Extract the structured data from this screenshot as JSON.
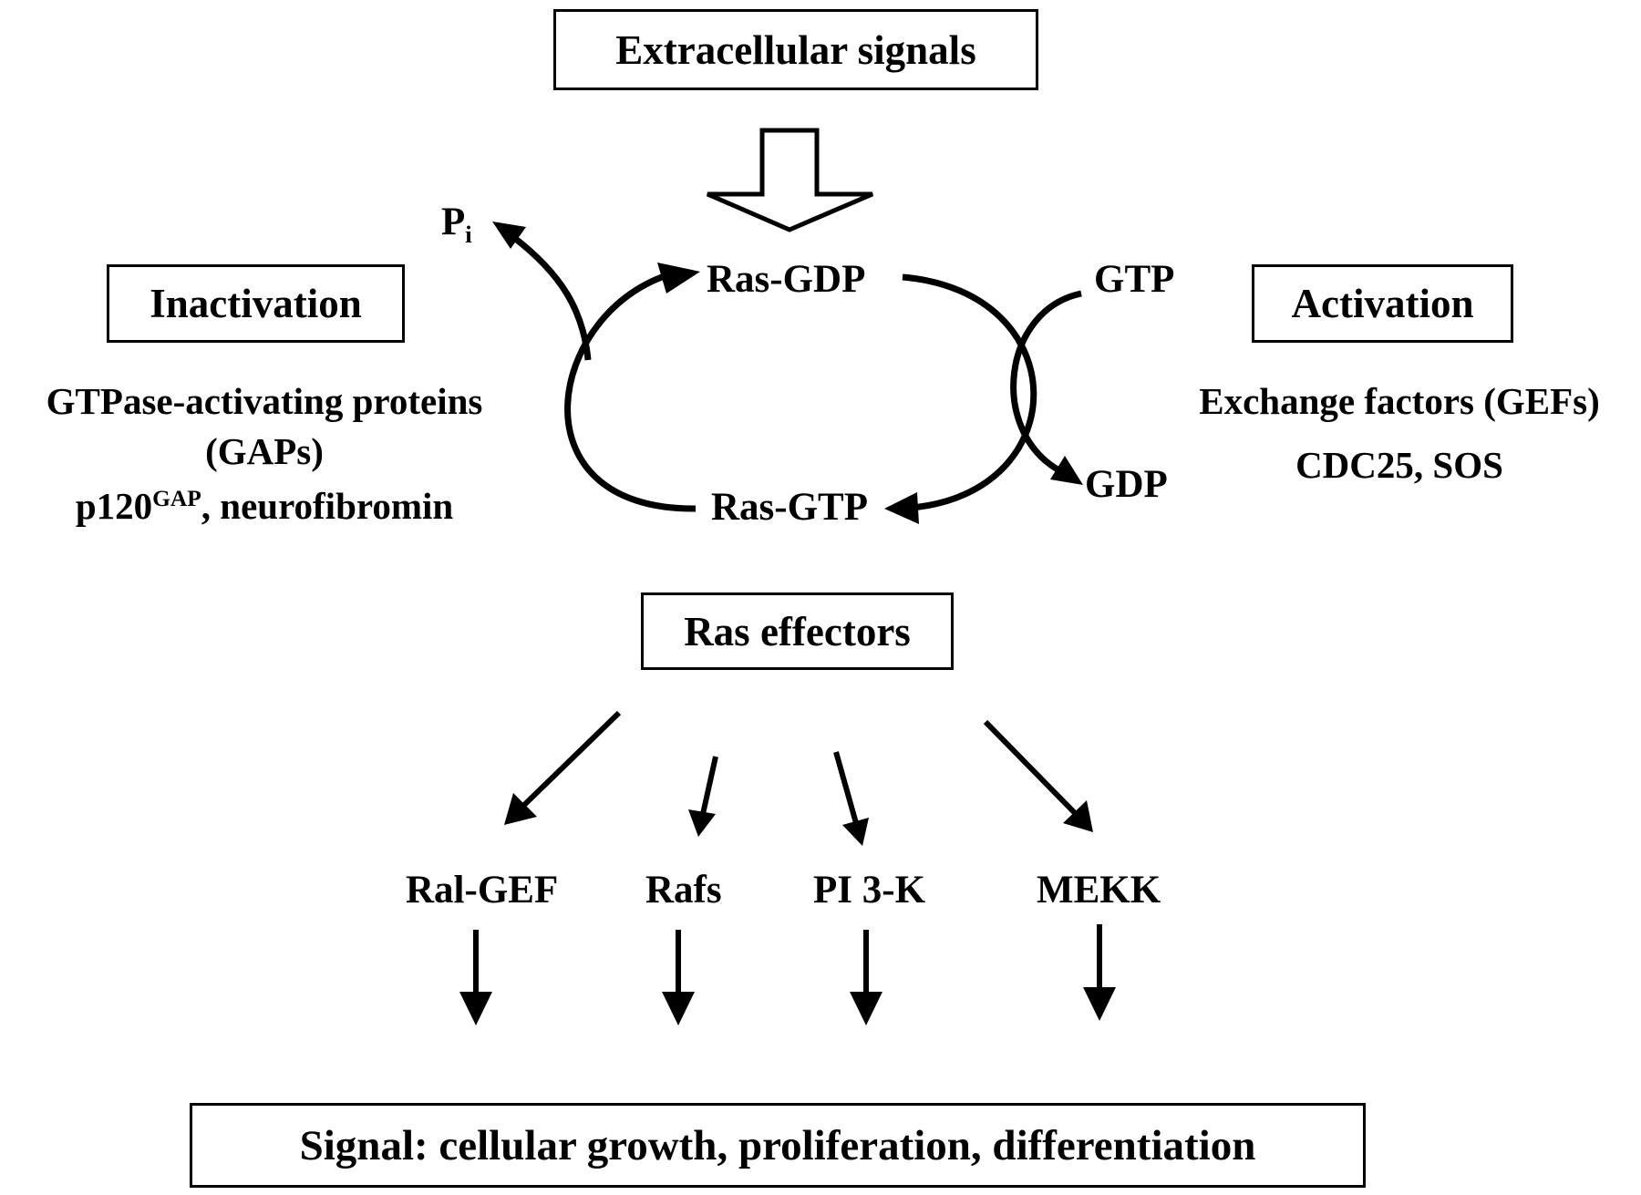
{
  "top_box": "Extracellular signals",
  "cycle": {
    "ras_gdp": "Ras-GDP",
    "ras_gtp": "Ras-GTP",
    "gtp": "GTP",
    "gdp": "GDP",
    "pi_main": "P",
    "pi_sub": "i"
  },
  "inactivation": {
    "box": "Inactivation",
    "line1": "GTPase-activating proteins",
    "line2": "(GAPs)",
    "line3_prefix": "p120",
    "line3_sup": "GAP",
    "line3_suffix": ", neurofibromin"
  },
  "activation": {
    "box": "Activation",
    "line1": "Exchange factors (GEFs)",
    "line2": "CDC25, SOS"
  },
  "effectors_box": "Ras effectors",
  "effectors": [
    "Ral-GEF",
    "Rafs",
    "PI 3-K",
    "MEKK"
  ],
  "bottom_box": "Signal:  cellular growth, proliferation, differentiation"
}
